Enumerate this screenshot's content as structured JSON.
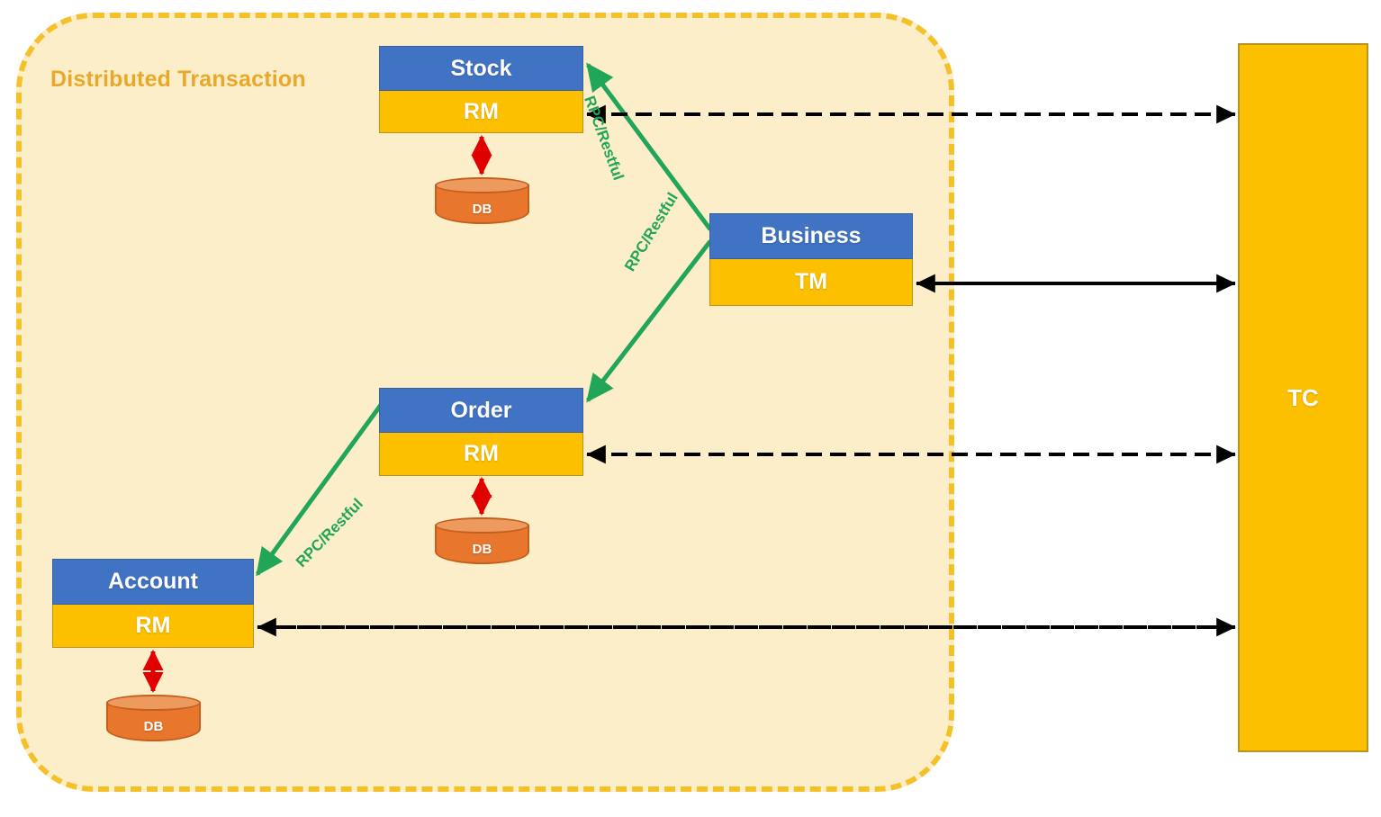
{
  "diagram": {
    "title": "Distributed Transaction",
    "container": {
      "label": "Distributed Transaction",
      "border_color": "#f5c12a",
      "fill_color": "#fdeeca"
    },
    "colors": {
      "service_header": "#4173c4",
      "resource_manager": "#fdc000",
      "database": "#e8762c",
      "database_top": "#ed9a5e",
      "rpc_arrow": "#21a558",
      "db_arrow": "#e00000",
      "tc_arrow": "#000000",
      "tc_block": "#fdc000"
    },
    "nodes": [
      {
        "id": "stock",
        "name": "Stock",
        "role": "RM",
        "db": "DB"
      },
      {
        "id": "business",
        "name": "Business",
        "role": "TM",
        "db": null
      },
      {
        "id": "order",
        "name": "Order",
        "role": "RM",
        "db": "DB"
      },
      {
        "id": "account",
        "name": "Account",
        "role": "RM",
        "db": "DB"
      }
    ],
    "coordinator": {
      "label": "TC",
      "connections": [
        {
          "from": "TC",
          "to": "Stock RM",
          "style": "dashed",
          "direction": "bidirectional"
        },
        {
          "from": "TC",
          "to": "Business TM",
          "style": "dashed",
          "direction": "bidirectional"
        },
        {
          "from": "TC",
          "to": "Order RM",
          "style": "dashed",
          "direction": "bidirectional"
        },
        {
          "from": "TC",
          "to": "Account RM",
          "style": "dashed",
          "direction": "bidirectional"
        }
      ]
    },
    "rpc_links": [
      {
        "from": "Business",
        "to": "Stock",
        "label": "RPC/Restful"
      },
      {
        "from": "Business",
        "to": "Order",
        "label": "RPC/Restful"
      },
      {
        "from": "Order",
        "to": "Account",
        "label": "RPC/Restful"
      }
    ],
    "db_links": [
      {
        "from": "Stock RM",
        "to": "DB",
        "direction": "bidirectional"
      },
      {
        "from": "Order RM",
        "to": "DB",
        "direction": "bidirectional"
      },
      {
        "from": "Account RM",
        "to": "DB",
        "direction": "bidirectional"
      }
    ]
  }
}
